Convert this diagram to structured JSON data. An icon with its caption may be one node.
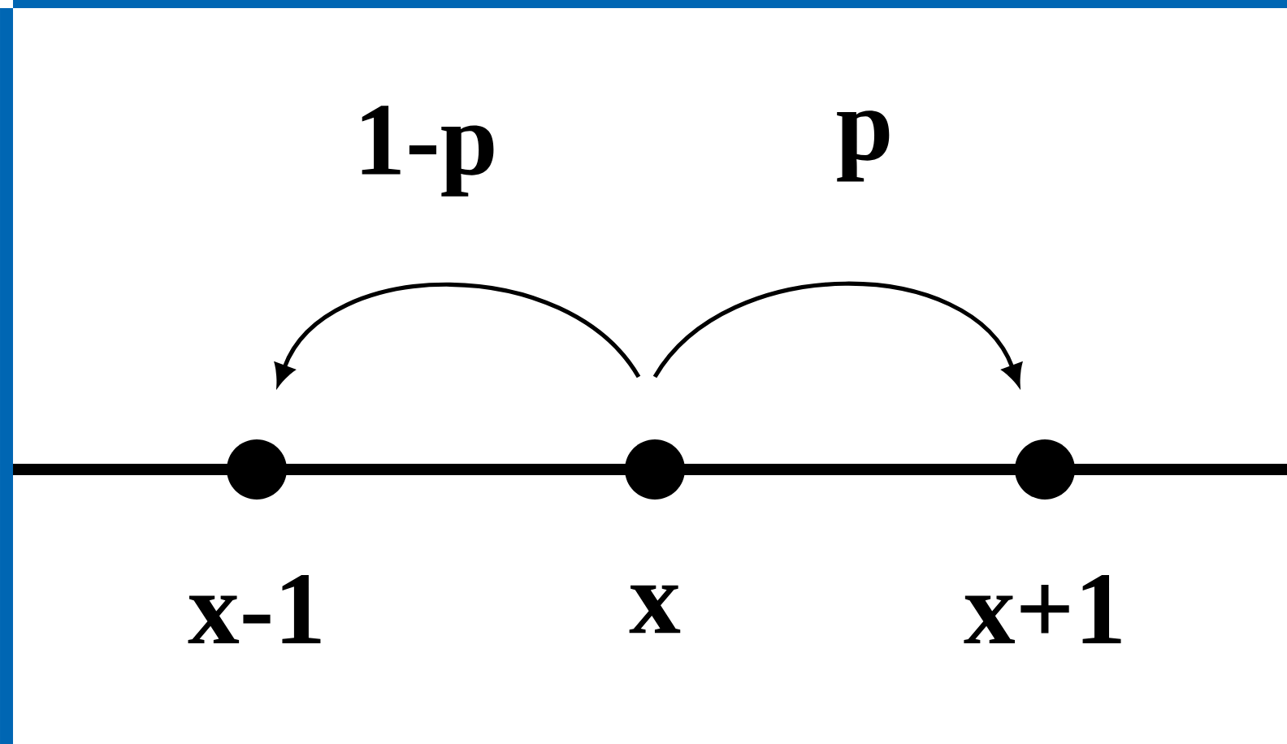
{
  "diagram": {
    "nodes": [
      {
        "text": [],
        "shape": "circle",
        "beside": [
          "x-1"
        ]
      },
      {
        "text": [],
        "shape": "circle",
        "beside": [
          "x"
        ]
      },
      {
        "text": [],
        "shape": "circle",
        "beside": [
          "x+1"
        ]
      }
    ],
    "edges": [
      {
        "from": 1,
        "to": 0,
        "arrow": "to",
        "label": "1-p"
      },
      {
        "from": 1,
        "to": 2,
        "arrow": "to",
        "label": "p"
      }
    ]
  }
}
